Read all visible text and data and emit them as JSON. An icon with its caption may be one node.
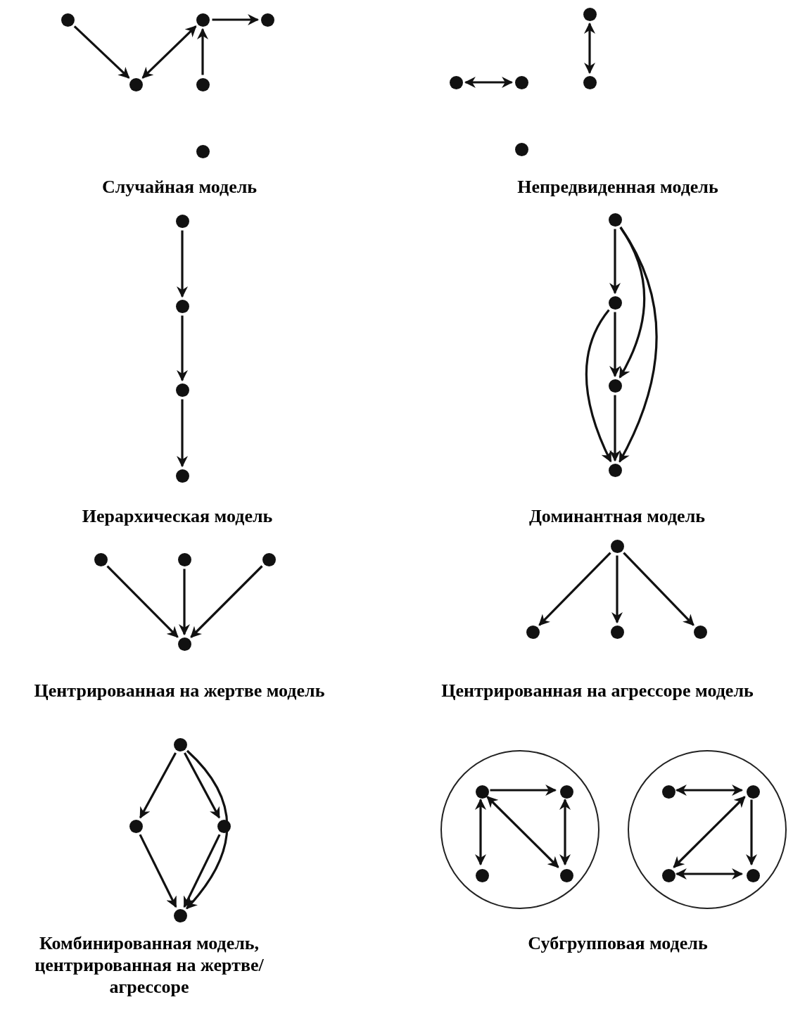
{
  "diagram": {
    "nodes": [
      {
        "text": [],
        "shape": "circle"
      },
      {
        "text": [],
        "shape": "circle"
      },
      {
        "text": [],
        "shape": "circle"
      },
      {
        "text": [],
        "shape": "circle"
      },
      {
        "text": [],
        "shape": "circle"
      },
      {
        "text": [],
        "shape": "circle"
      },
      {
        "text": [],
        "shape": "circle"
      },
      {
        "text": [],
        "shape": "circle"
      },
      {
        "text": [],
        "shape": "circle"
      },
      {
        "text": [],
        "shape": "circle"
      },
      {
        "text": [],
        "shape": "circle"
      },
      {
        "text": [],
        "shape": "circle"
      },
      {
        "text": [],
        "shape": "circle"
      },
      {
        "text": [],
        "shape": "circle"
      },
      {
        "text": [],
        "shape": "circle"
      },
      {
        "text": [],
        "shape": "circle"
      },
      {
        "text": [],
        "shape": "circle"
      },
      {
        "text": [],
        "shape": "circle"
      },
      {
        "text": [],
        "shape": "circle"
      },
      {
        "text": [],
        "shape": "circle"
      },
      {
        "text": [],
        "shape": "circle"
      },
      {
        "text": [],
        "shape": "circle"
      },
      {
        "text": [],
        "shape": "circle"
      },
      {
        "text": [],
        "shape": "circle"
      },
      {
        "text": [],
        "shape": "circle"
      },
      {
        "text": [],
        "shape": "circle"
      },
      {
        "text": [],
        "shape": "circle"
      },
      {
        "text": [],
        "shape": "circle"
      },
      {
        "text": [],
        "shape": "circle"
      },
      {
        "text": [],
        "shape": "circle"
      },
      {
        "text": [],
        "shape": "circle"
      },
      {
        "text": [],
        "shape": "circle"
      },
      {
        "text": [],
        "shape": "circle",
        "in": 31
      },
      {
        "text": [],
        "shape": "circle",
        "in": 31
      },
      {
        "text": [],
        "shape": "circle",
        "in": 31
      },
      {
        "text": [],
        "shape": "circle",
        "in": 31
      },
      {
        "text": [],
        "shape": "circle"
      },
      {
        "text": [],
        "shape": "circle",
        "in": 36
      },
      {
        "text": [],
        "shape": "circle",
        "in": 36
      },
      {
        "text": [],
        "shape": "circle",
        "in": 36
      },
      {
        "text": [],
        "shape": "circle",
        "in": 36
      }
    ],
    "edges": [
      {
        "from": 0,
        "to": 3,
        "arrow": "to"
      },
      {
        "from": 3,
        "to": 1,
        "arrow": "both"
      },
      {
        "from": 4,
        "to": 1,
        "arrow": "to"
      },
      {
        "from": 1,
        "to": 2,
        "arrow": "to"
      },
      {
        "from": 6,
        "to": 9,
        "arrow": "both"
      },
      {
        "from": 7,
        "to": 8,
        "arrow": "both"
      },
      {
        "from": 11,
        "to": 12,
        "arrow": "to"
      },
      {
        "from": 12,
        "to": 13,
        "arrow": "to"
      },
      {
        "from": 13,
        "to": 14,
        "arrow": "to"
      },
      {
        "from": 15,
        "to": 16,
        "arrow": "to"
      },
      {
        "from": 15,
        "to": 17,
        "arrow": "to"
      },
      {
        "from": 15,
        "to": 18,
        "arrow": "to"
      },
      {
        "from": 16,
        "to": 17,
        "arrow": "to"
      },
      {
        "from": 16,
        "to": 18,
        "arrow": "to"
      },
      {
        "from": 17,
        "to": 18,
        "arrow": "to"
      },
      {
        "from": 19,
        "to": 22,
        "arrow": "to"
      },
      {
        "from": 20,
        "to": 22,
        "arrow": "to"
      },
      {
        "from": 21,
        "to": 22,
        "arrow": "to"
      },
      {
        "from": 23,
        "to": 24,
        "arrow": "to"
      },
      {
        "from": 23,
        "to": 25,
        "arrow": "to"
      },
      {
        "from": 23,
        "to": 26,
        "arrow": "to"
      },
      {
        "from": 27,
        "to": 28,
        "arrow": "to"
      },
      {
        "from": 27,
        "to": 29,
        "arrow": "to"
      },
      {
        "from": 27,
        "to": 30,
        "arrow": "to"
      },
      {
        "from": 28,
        "to": 30,
        "arrow": "to"
      },
      {
        "from": 29,
        "to": 30,
        "arrow": "to"
      },
      {
        "from": 32,
        "to": 33,
        "arrow": "to"
      },
      {
        "from": 32,
        "to": 34,
        "arrow": "both"
      },
      {
        "from": 32,
        "to": 35,
        "arrow": "both"
      },
      {
        "from": 33,
        "to": 35,
        "arrow": "both"
      },
      {
        "from": 37,
        "to": 38,
        "arrow": "both"
      },
      {
        "from": 38,
        "to": 39,
        "arrow": "both"
      },
      {
        "from": 38,
        "to": 40,
        "arrow": "to"
      },
      {
        "from": 39,
        "to": 40,
        "arrow": "both"
      }
    ],
    "labels": [
      "Случайная модель",
      "Непредвиденная модель",
      "Иерархическая модель",
      "Доминантная модель",
      "Центрированная на жертве модель",
      "Центрированная на агрессоре модель",
      "Комбинированная модель, центрированная на жертве/агрессоре",
      "Субгрупповая модель"
    ]
  }
}
